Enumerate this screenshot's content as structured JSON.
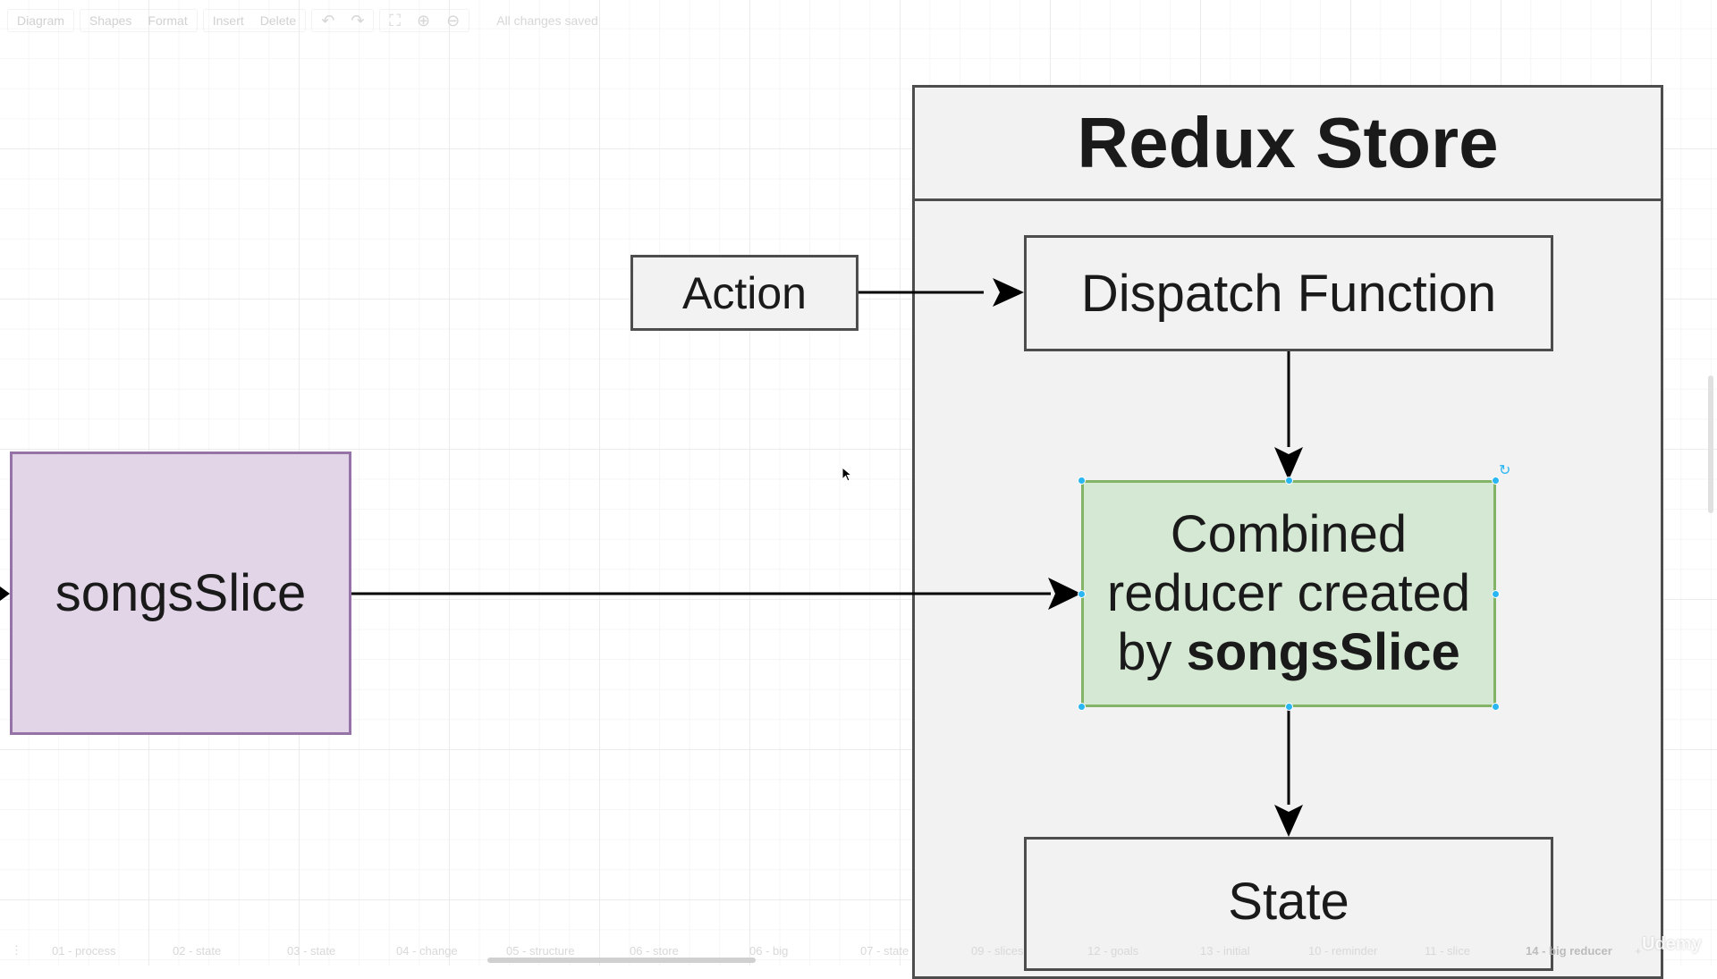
{
  "toolbar": {
    "diagram_label": "Diagram",
    "shapes_label": "Shapes",
    "format_label": "Format",
    "insert_label": "Insert",
    "delete_label": "Delete",
    "status": "All changes saved"
  },
  "diagram": {
    "store_title": "Redux Store",
    "action_label": "Action",
    "dispatch_label": "Dispatch Function",
    "reducer_line1": "Combined",
    "reducer_line2": "reducer created",
    "reducer_line3_prefix": "by ",
    "reducer_line3_bold": "songsSlice",
    "state_label": "State",
    "slice_label": "songsSlice"
  },
  "page_tabs": [
    "01 - process",
    "02 - state",
    "03 - state",
    "04 - change",
    "05 - structure",
    "06 - store",
    "06 - big",
    "07 - state",
    "09 - slices",
    "12 - goals",
    "13 - initial",
    "10 - reminder",
    "11 - slice",
    "14 - big reducer"
  ],
  "active_tab_index": 13,
  "watermark": "Udemy",
  "colors": {
    "box_fill": "#f2f2f2",
    "box_stroke": "#4d4d4d",
    "reducer_fill": "#d5e8d4",
    "reducer_stroke": "#82b366",
    "slice_fill": "#e1d5e7",
    "slice_stroke": "#9673a6",
    "selection": "#29b6f2"
  }
}
